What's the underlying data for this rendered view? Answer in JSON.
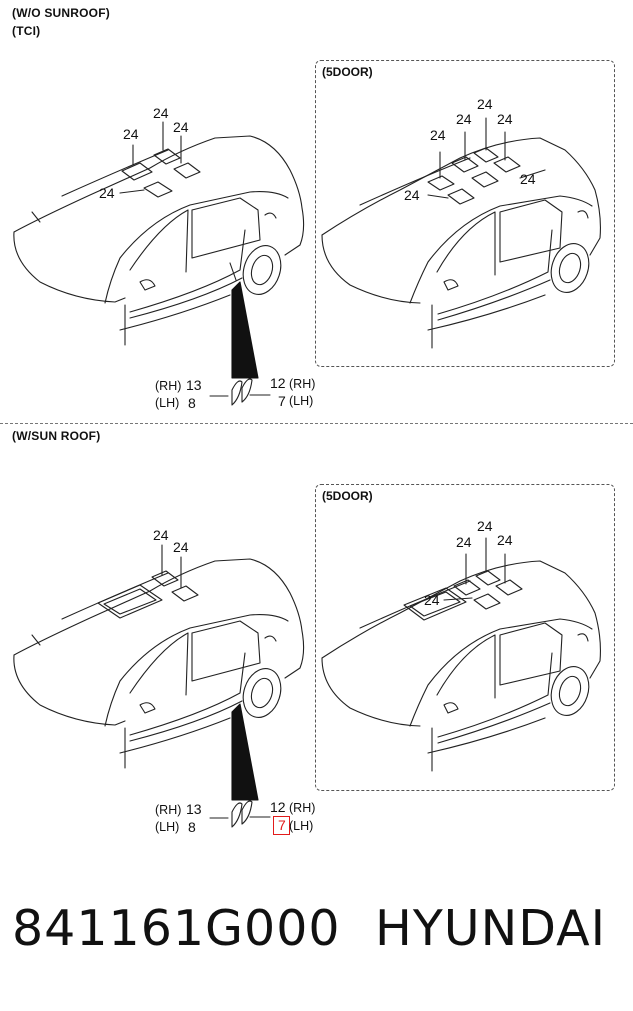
{
  "top": {
    "title": "(W/O SUNROOF)",
    "subtitle": "(TCI)",
    "box_title": "(5DOOR)",
    "sedan_labels": [
      "24",
      "24",
      "24",
      "24"
    ],
    "hatch_labels": [
      "24",
      "24",
      "24",
      "24",
      "24"
    ],
    "callout": {
      "rh_left": "(RH)",
      "lh_left": "(LH)",
      "n13": "13",
      "n8": "8",
      "n12": "12",
      "n7": "7",
      "rh_right": "(RH)",
      "lh_right": "(LH)"
    }
  },
  "bottom": {
    "title": "(W/SUN ROOF)",
    "box_title": "(5DOOR)",
    "sedan_labels": [
      "24",
      "24"
    ],
    "hatch_labels": [
      "24",
      "24",
      "24",
      "24"
    ],
    "callout": {
      "rh_left": "(RH)",
      "lh_left": "(LH)",
      "n13": "13",
      "n8": "8",
      "n12": "12",
      "n7": "7",
      "rh_right": "(RH)",
      "lh_right": "(LH)"
    }
  },
  "footer": {
    "part_number": "841161G000",
    "brand": "HYUNDAI"
  },
  "colors": {
    "line": "#222222",
    "highlight": "#e21b1b"
  }
}
